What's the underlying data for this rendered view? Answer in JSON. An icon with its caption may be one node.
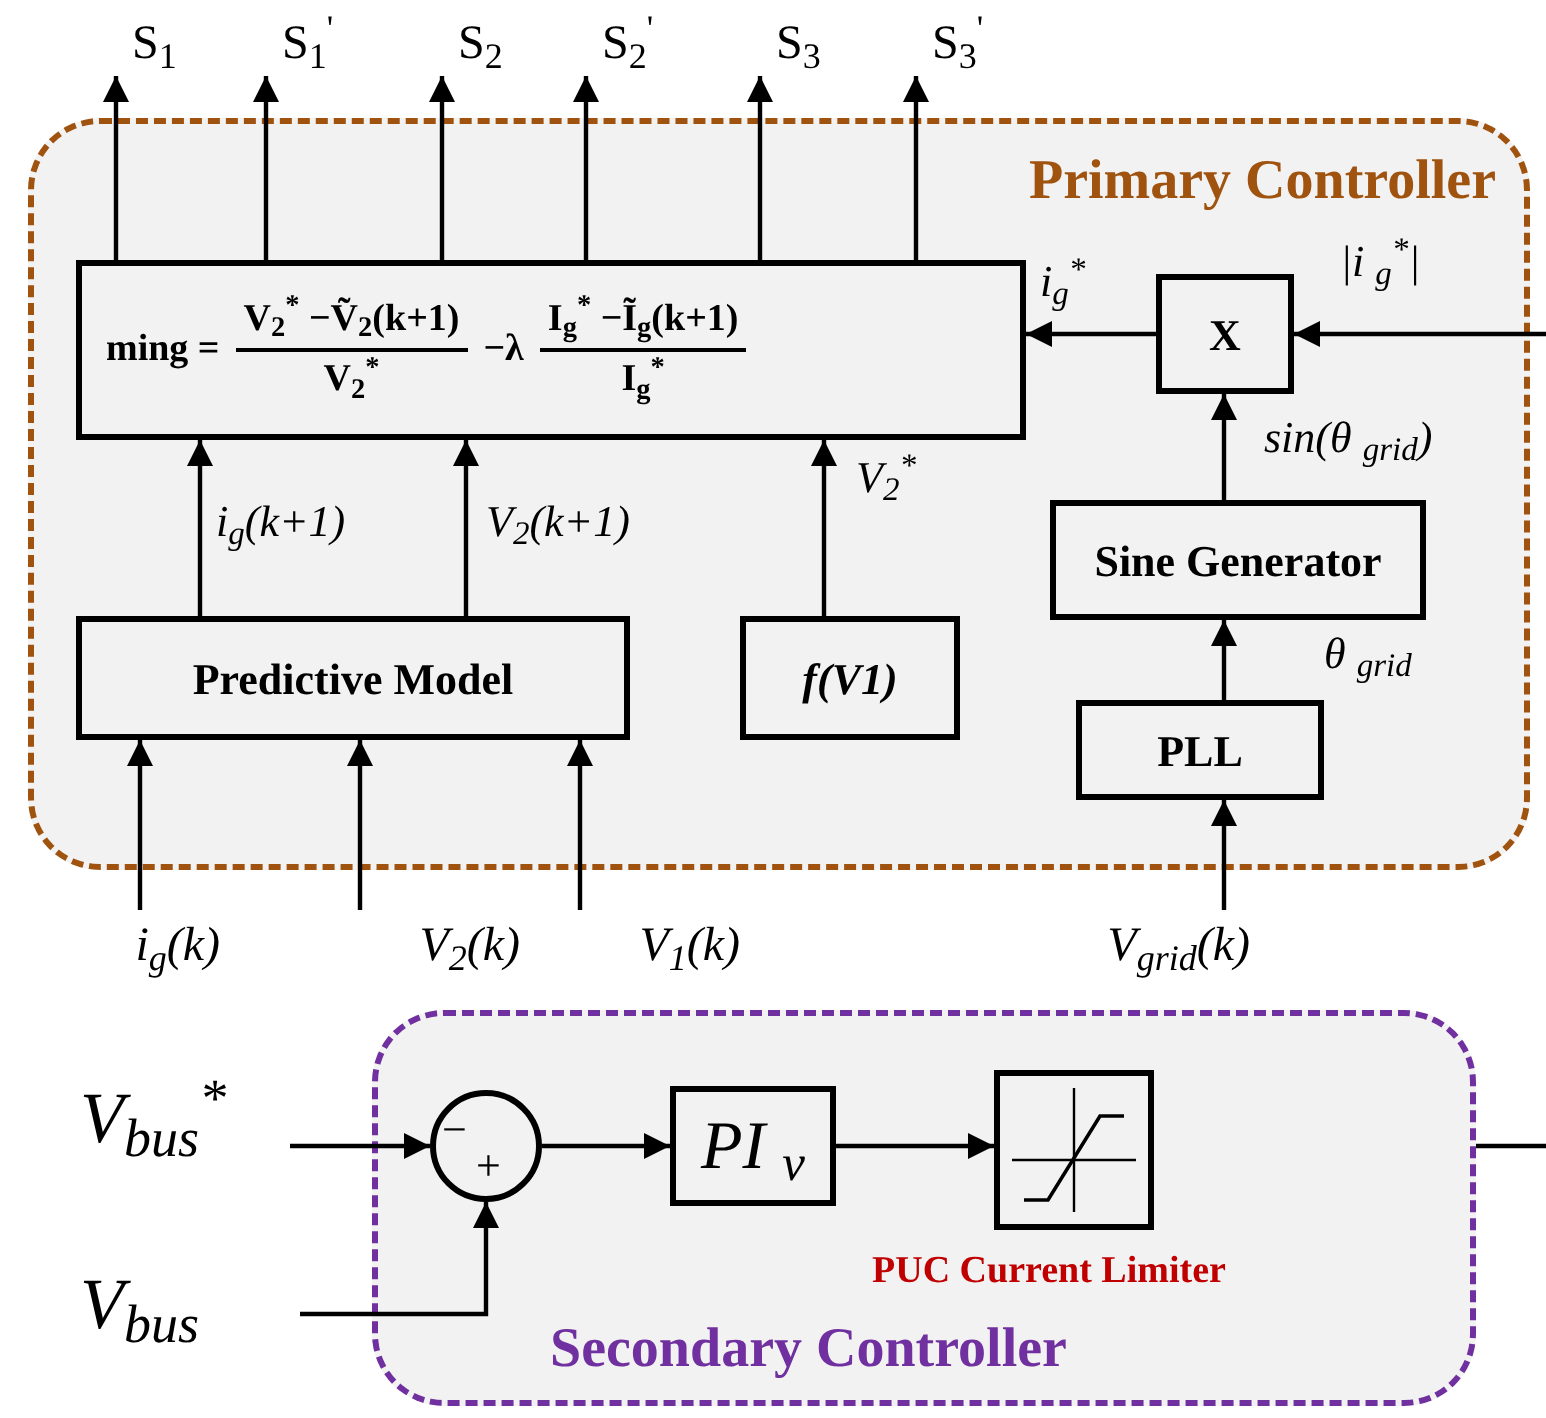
{
  "diagram": {
    "nodes": [
      {
        "text": [
          "Primary Controller"
        ]
      },
      {
        "text": [
          "ming =",
          "V$_{2}$$^{*}$ −Ṽ$_{2}$(k+1)",
          "V$_{2}$$^{*}$",
          "−λ",
          "I$_{g}$$^{*}$ −Ĩ$_{g}$(k+1)",
          "I$_{g}$$^{*}$"
        ],
        "in": 0
      },
      {
        "text": [
          "X"
        ],
        "in": 0
      },
      {
        "text": [
          "Sine Generator"
        ],
        "in": 0
      },
      {
        "text": [
          "PLL"
        ],
        "in": 0
      },
      {
        "text": [
          "Predictive Model"
        ],
        "in": 0
      },
      {
        "text": [
          "f(V1)"
        ],
        "in": 0
      },
      {
        "text": [
          "S$_{1}$"
        ]
      },
      {
        "text": [
          "S$_{1}$$^{'}$"
        ]
      },
      {
        "text": [
          "S$_{2}$"
        ]
      },
      {
        "text": [
          "S$_{2}$$^{'}$"
        ]
      },
      {
        "text": [
          "S$_{3}$"
        ]
      },
      {
        "text": [
          "S$_{3}$$^{'}$"
        ]
      },
      {
        "text": [
          "i$_{g}$(k)"
        ]
      },
      {
        "text": [
          "V$_{2}$(k)"
        ]
      },
      {
        "text": [
          "V$_{1}$(k)"
        ]
      },
      {
        "text": [
          "V$_{grid}$(k)"
        ]
      },
      {
        "text": [
          "Secondary Controller"
        ]
      },
      {
        "text": [
          "−",
          "+"
        ],
        "in": 17
      },
      {
        "text": [
          "PI $_{v}$"
        ],
        "in": 17
      },
      {
        "text": [],
        "shape": "box",
        "in": 17,
        "beside": [
          "PUC Current Limiter"
        ]
      },
      {
        "text": [
          "V$_{bus}$$^{*}$"
        ]
      },
      {
        "text": [
          "V$_{bus}$"
        ]
      }
    ],
    "edges": [
      {
        "from": 1,
        "to": 7,
        "arrow": "to"
      },
      {
        "from": 1,
        "to": 8,
        "arrow": "to"
      },
      {
        "from": 1,
        "to": 9,
        "arrow": "to"
      },
      {
        "from": 1,
        "to": 10,
        "arrow": "to"
      },
      {
        "from": 1,
        "to": 11,
        "arrow": "to"
      },
      {
        "from": 1,
        "to": 12,
        "arrow": "to"
      },
      {
        "from": 5,
        "to": 1,
        "arrow": "to",
        "label": "i$_{g}$(k+1)"
      },
      {
        "from": 5,
        "to": 1,
        "arrow": "to",
        "label": "V$_{2}$(k+1)"
      },
      {
        "from": 6,
        "to": 1,
        "arrow": "to",
        "label": "V$_{2}$$^{*}$"
      },
      {
        "from": 2,
        "to": 1,
        "arrow": "to",
        "label": "i$_{g}$$^{*}$"
      },
      {
        "from": null,
        "to": 2,
        "arrow": "to",
        "label": "|i $_{g}$$^{*}$|"
      },
      {
        "from": 3,
        "to": 2,
        "arrow": "to",
        "label": "sin(θ $_{grid}$)"
      },
      {
        "from": 4,
        "to": 3,
        "arrow": "to",
        "label": "θ $_{grid}$"
      },
      {
        "from": 16,
        "to": 4,
        "arrow": "to"
      },
      {
        "from": 13,
        "to": 5,
        "arrow": "to"
      },
      {
        "from": 14,
        "to": 5,
        "arrow": "to"
      },
      {
        "from": 15,
        "to": 5,
        "arrow": "to"
      },
      {
        "from": 21,
        "to": 18,
        "arrow": "to"
      },
      {
        "from": 22,
        "to": 18,
        "arrow": "to"
      },
      {
        "from": 18,
        "to": 19,
        "arrow": "to"
      },
      {
        "from": 19,
        "to": 20,
        "arrow": "to"
      },
      {
        "from": 17,
        "to": null,
        "arrow": "none"
      }
    ]
  }
}
